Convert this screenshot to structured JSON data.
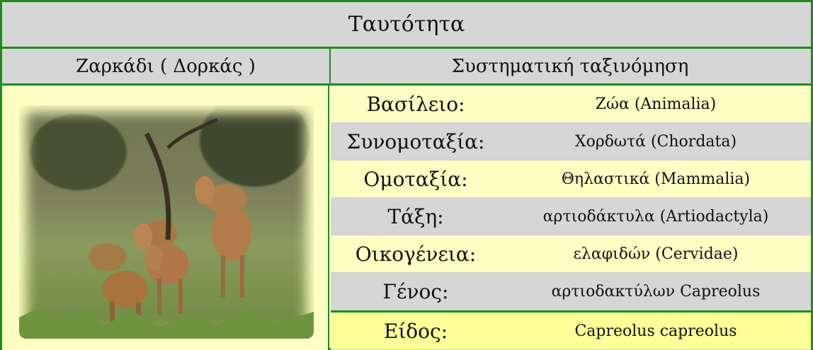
{
  "title": "Ταυτότητα",
  "left_header": "Ζαρκάδι ( Δορκάς )",
  "right_header": "Συστηματική ταξινόμηση",
  "rows": [
    {
      "label": "Βασίλειο:",
      "value": "Ζώα (Animalia)"
    },
    {
      "label": "Συνομοταξία:",
      "value": "Χορδωτά (Chordata)"
    },
    {
      "label": "Ομοταξία:",
      "value": "Θηλαστικά (Mammalia)"
    },
    {
      "label": "Τάξη:",
      "value": "αρτιοδάκτυλα (Artiodactyla)"
    },
    {
      "label": "Οικογένεια:",
      "value": "ελαφιδών (Cervidae)"
    },
    {
      "label": "Γένος:",
      "value": "αρτιοδακτύλων Capreolus"
    },
    {
      "label": "Είδος:",
      "value": "Capreolus capreolus"
    }
  ],
  "colors": {
    "border": "#1f8a1f",
    "gray": "#d6d6d6",
    "pale_yellow": "#ffffc4",
    "bright_yellow": "#ffff9a"
  }
}
